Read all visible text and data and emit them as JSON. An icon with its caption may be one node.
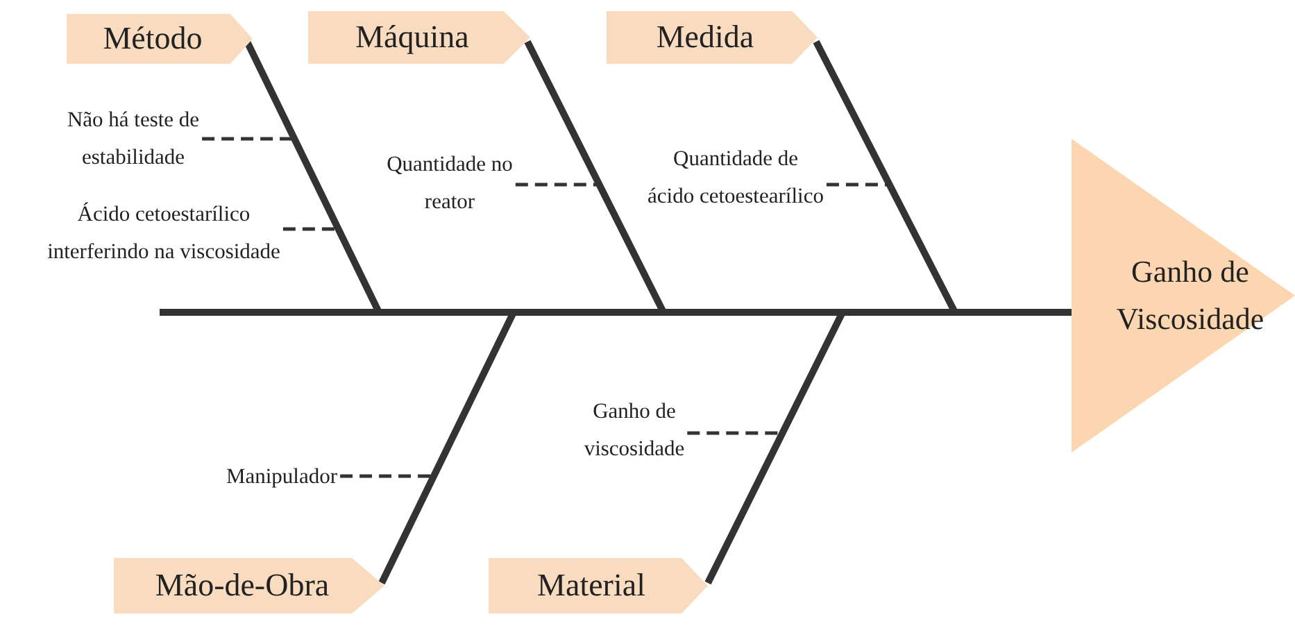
{
  "diagram": {
    "nodes": [
      {
        "text": [
          "Ganho de Viscosidade"
        ]
      },
      {
        "text": [
          "Método"
        ]
      },
      {
        "text": [
          "Máquina"
        ]
      },
      {
        "text": [
          "Medida"
        ]
      },
      {
        "text": [
          "Mão-de-Obra"
        ]
      },
      {
        "text": [
          "Material"
        ]
      },
      {
        "text": [
          "Não há teste de estabilidade"
        ]
      },
      {
        "text": [
          "Ácido cetoestarílico interferindo na viscosidade"
        ]
      },
      {
        "text": [
          "Quantidade  no reator"
        ]
      },
      {
        "text": [
          "Quantidade de ácido cetoestearílico"
        ]
      },
      {
        "text": [
          "Manipulador"
        ]
      },
      {
        "text": [
          "Ganho de viscosidade"
        ]
      }
    ],
    "edges": [
      {
        "from": 1,
        "to": 0,
        "arrow": "none",
        "style": "thick"
      },
      {
        "from": 2,
        "to": 0,
        "arrow": "none",
        "style": "thick"
      },
      {
        "from": 3,
        "to": 0,
        "arrow": "none",
        "style": "thick"
      },
      {
        "from": 4,
        "to": 0,
        "arrow": "none",
        "style": "thick"
      },
      {
        "from": 5,
        "to": 0,
        "arrow": "none",
        "style": "thick"
      },
      {
        "from": 6,
        "to": null,
        "arrow": "none",
        "style": "dashed"
      },
      {
        "from": 7,
        "to": null,
        "arrow": "none",
        "style": "dashed"
      },
      {
        "from": 8,
        "to": null,
        "arrow": "none",
        "style": "dashed"
      },
      {
        "from": 9,
        "to": null,
        "arrow": "none",
        "style": "dashed"
      },
      {
        "from": 10,
        "to": null,
        "arrow": "none",
        "style": "dashed"
      },
      {
        "from": 11,
        "to": null,
        "arrow": "none",
        "style": "dashed"
      }
    ]
  }
}
